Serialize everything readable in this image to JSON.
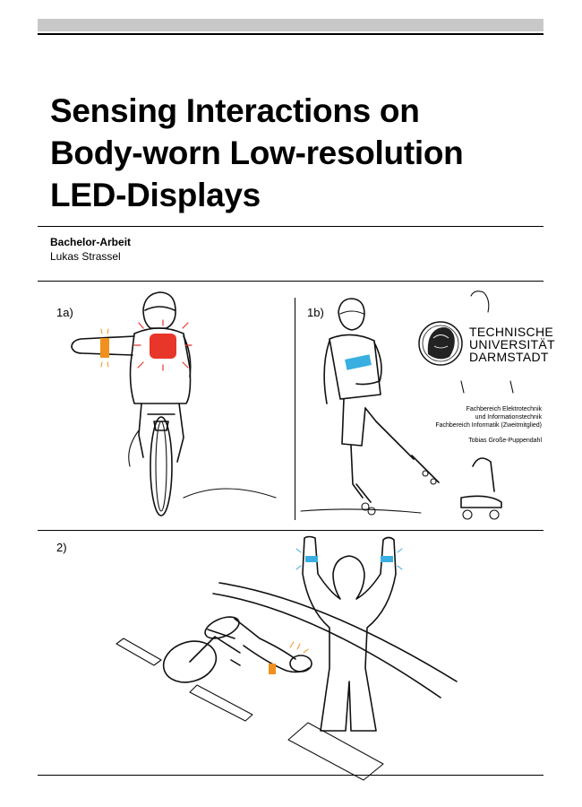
{
  "title_lines": [
    "Sensing Interactions on",
    "Body-worn Low-resolution",
    "LED-Displays"
  ],
  "document_type": "Bachelor-Arbeit",
  "author": "Lukas Strassel",
  "figure_labels": {
    "panel_1a": "1a)",
    "panel_1b": "1b)",
    "panel_2": "2)"
  },
  "university": {
    "name_lines": [
      "TECHNISCHE",
      "UNIVERSITÄT",
      "DARMSTADT"
    ],
    "logo_icon": "tu-darmstadt-athene-seal-icon"
  },
  "faculty_lines": [
    "Fachbereich Elektrotechnik",
    "und Informationstechnik",
    "Fachbereich Informatik (Zweitmitglied)"
  ],
  "supervisor": "Tobias Große-Puppendahl",
  "colors": {
    "led_red": "#e8362a",
    "led_orange": "#f0901e",
    "led_blue": "#39aee0",
    "header_bar": "#c8c8c8"
  }
}
